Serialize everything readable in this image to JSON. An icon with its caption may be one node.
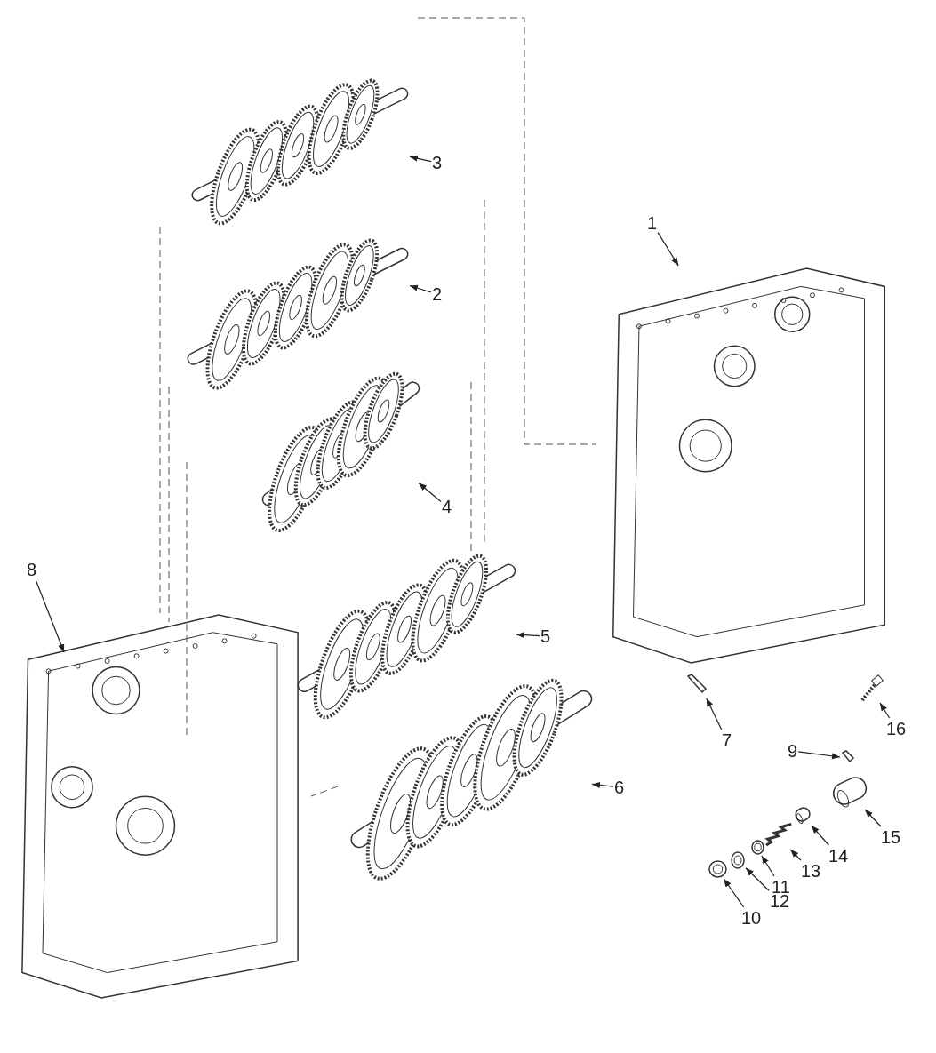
{
  "diagram": {
    "nodes": [
      {
        "text": [
          "3"
        ]
      },
      {
        "text": [
          "2"
        ]
      },
      {
        "text": [
          "1"
        ]
      },
      {
        "text": [
          "4"
        ]
      },
      {
        "text": [
          "8"
        ]
      },
      {
        "text": [
          "5"
        ]
      },
      {
        "text": [
          "7"
        ]
      },
      {
        "text": [
          "16"
        ]
      },
      {
        "text": [
          "9"
        ]
      },
      {
        "text": [
          "6"
        ]
      },
      {
        "text": [
          "15"
        ]
      },
      {
        "text": [
          "14"
        ]
      },
      {
        "text": [
          "13"
        ]
      },
      {
        "text": [
          "11"
        ]
      },
      {
        "text": [
          "12"
        ]
      },
      {
        "text": [
          "10"
        ]
      },
      {
        "text": [],
        "shape": "picture"
      },
      {
        "text": [],
        "shape": "picture"
      },
      {
        "text": [],
        "shape": "picture"
      },
      {
        "text": [],
        "shape": "picture"
      },
      {
        "text": [],
        "shape": "picture"
      },
      {
        "text": [],
        "shape": "picture"
      },
      {
        "text": [],
        "shape": "picture"
      },
      {
        "text": [],
        "shape": "picture"
      },
      {
        "text": [],
        "shape": "picture"
      },
      {
        "text": [],
        "shape": "picture"
      },
      {
        "text": [],
        "shape": "picture"
      },
      {
        "text": [],
        "shape": "picture"
      },
      {
        "text": [],
        "shape": "picture"
      },
      {
        "text": [],
        "shape": "picture"
      },
      {
        "text": [],
        "shape": "picture"
      },
      {
        "text": [],
        "shape": "picture"
      }
    ],
    "edges": [
      {
        "from": 0,
        "to": 16,
        "arrow": "to"
      },
      {
        "from": 1,
        "to": 17,
        "arrow": "to"
      },
      {
        "from": 2,
        "to": 18,
        "arrow": "to"
      },
      {
        "from": 3,
        "to": 19,
        "arrow": "to"
      },
      {
        "from": 4,
        "to": 20,
        "arrow": "to"
      },
      {
        "from": 5,
        "to": 21,
        "arrow": "to"
      },
      {
        "from": 6,
        "to": 22,
        "arrow": "to"
      },
      {
        "from": 7,
        "to": 23,
        "arrow": "to"
      },
      {
        "from": 8,
        "to": 24,
        "arrow": "to"
      },
      {
        "from": 9,
        "to": 25,
        "arrow": "to"
      },
      {
        "from": 10,
        "to": 26,
        "arrow": "to"
      },
      {
        "from": 11,
        "to": 27,
        "arrow": "to"
      },
      {
        "from": 12,
        "to": 28,
        "arrow": "to"
      },
      {
        "from": 13,
        "to": 29,
        "arrow": "to"
      },
      {
        "from": 14,
        "to": 30,
        "arrow": "to"
      },
      {
        "from": 15,
        "to": 31,
        "arrow": "to"
      }
    ]
  }
}
